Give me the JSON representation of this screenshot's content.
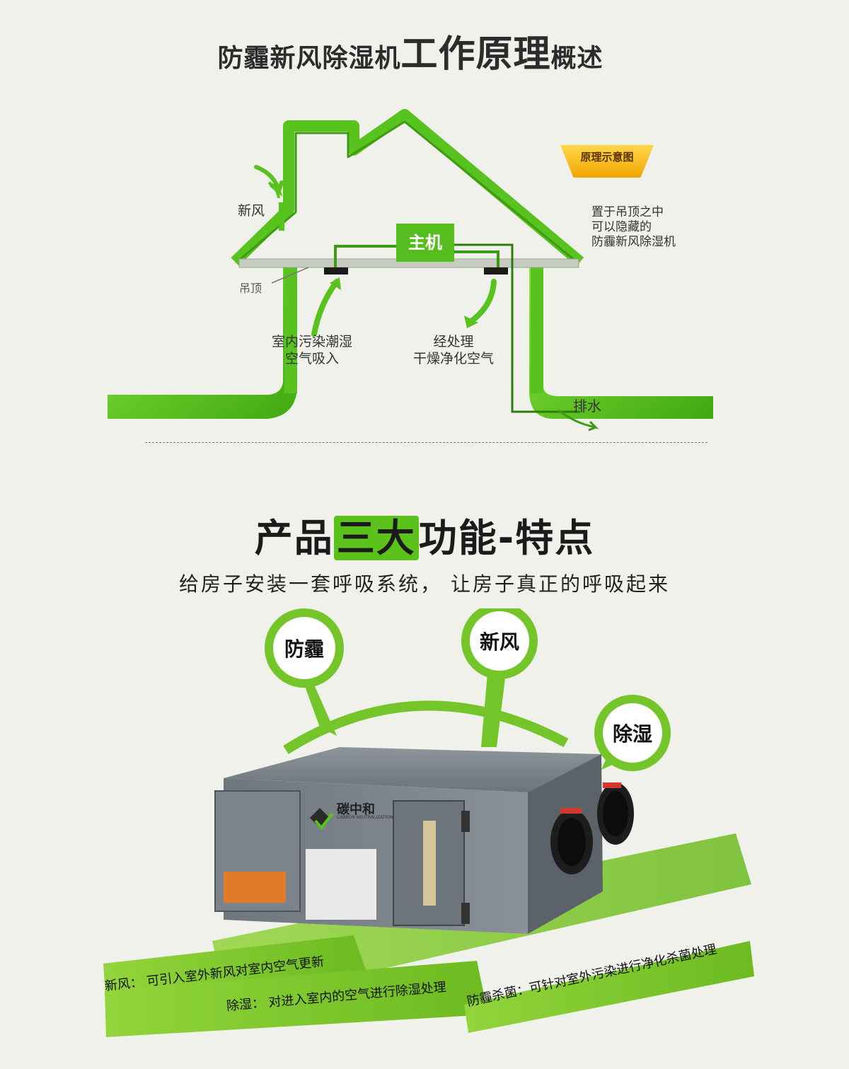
{
  "section1": {
    "title_part1": "防霾新风除湿机",
    "title_part2": "工作原理",
    "title_part3": "概述",
    "badge": "原理示意图",
    "fresh_air": "新风",
    "host": "主机",
    "ceiling": "吊顶",
    "note_line1": "置于吊顶之中",
    "note_line2": "可以隐藏的",
    "note_line3": "防霾新风除湿机",
    "intake_line1": "室内污染潮湿",
    "intake_line2": "空气吸入",
    "output_line1": "经处理",
    "output_line2": "干燥净化空气",
    "drain": "排水"
  },
  "section2": {
    "title_part1": "产品",
    "title_highlight": "三大",
    "title_part2": "功能-特点",
    "subtitle": "给房子安装一套呼吸系统， 让房子真正的呼吸起来",
    "bubbles": [
      "防霾",
      "新风",
      "除湿"
    ],
    "brand_name": "碳中和",
    "brand_sub": "CARBON NEUTRALIZATION",
    "features": [
      "新风： 可引入室外新风对室内空气更新",
      "除湿： 对进入室内的空气进行除湿处理",
      "防霾杀菌：可针对室外污染进行净化杀菌处理"
    ]
  },
  "colors": {
    "green": "#5bc21c",
    "dark_green": "#3c8f12",
    "gold": "#f1a400",
    "device": "#737b84"
  }
}
